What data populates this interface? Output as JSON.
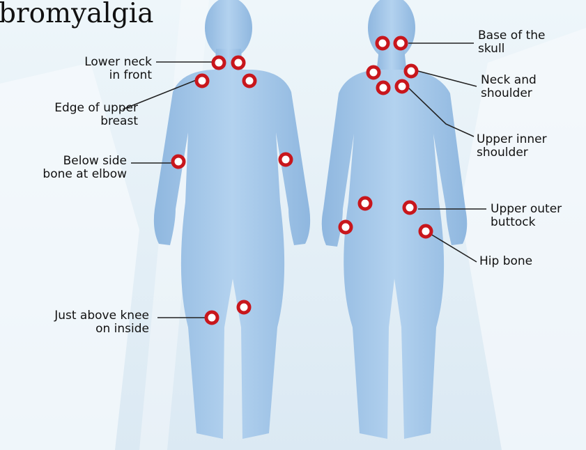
{
  "title": "bromyalgia",
  "colors": {
    "background": "#e4f0f7",
    "body": "#a9cbea",
    "point_ring": "#c8161c",
    "leader": "#222222"
  },
  "labels": {
    "lower_neck": [
      "Lower neck",
      "in front"
    ],
    "upper_breast": [
      "Edge of upper",
      "breast"
    ],
    "elbow": [
      "Below side",
      "bone at elbow"
    ],
    "knee": [
      "Just above knee",
      "on inside"
    ],
    "skull": [
      "Base of the",
      "skull"
    ],
    "neck_shoulder": [
      "Neck and",
      "shoulder"
    ],
    "inner_shoulder": [
      "Upper inner",
      "shoulder"
    ],
    "buttock": [
      "Upper outer",
      "buttock"
    ],
    "hip": [
      "Hip bone"
    ]
  }
}
